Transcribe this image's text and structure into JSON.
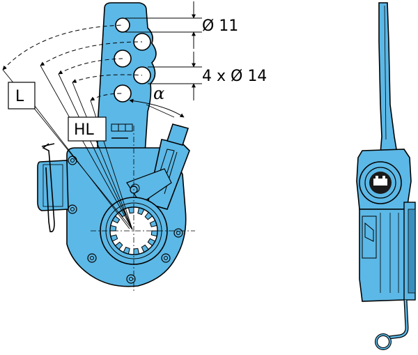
{
  "labels": {
    "hole_small": "Ø 11",
    "holes_large": "4 x Ø 14",
    "angle": "α",
    "lever_length": "L",
    "lever_hole": "HL"
  },
  "icons": {
    "logo": "manufacturer-logo-icon"
  },
  "colors": {
    "body_fill": "#5cb8e6",
    "body_dark": "#3a8fbf",
    "outline": "#000000",
    "background": "#ffffff"
  }
}
